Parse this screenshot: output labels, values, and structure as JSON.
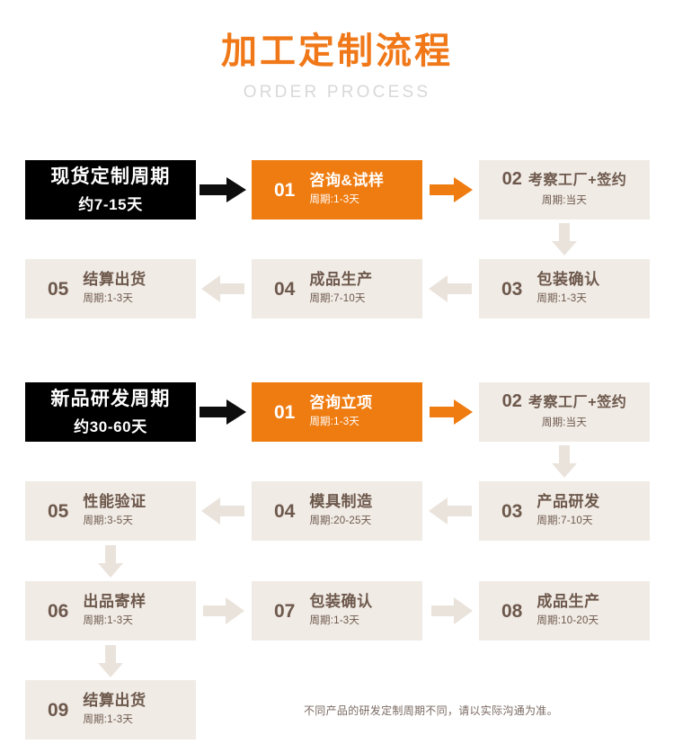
{
  "header": {
    "title_cn": "加工定制流程",
    "title_en": "ORDER PROCESS",
    "title_color": "#f07818",
    "subtitle_color": "#d8d8d8"
  },
  "colors": {
    "beige_box": "#f0ebe5",
    "orange_box": "#ef7c11",
    "black_box": "#000000",
    "brown_text": "#6d584c",
    "beige_arrow": "#eae3dc"
  },
  "flow1": {
    "lead": {
      "title": "现货定制周期",
      "subtitle": "约7-15天"
    },
    "steps": [
      {
        "num": "01",
        "title": "咨询&试样",
        "period": "周期:1-3天",
        "style": "orange",
        "align": "left"
      },
      {
        "num": "02",
        "title": "考察工厂+签约",
        "period": "周期:当天",
        "style": "beige",
        "align": "center"
      },
      {
        "num": "03",
        "title": "包装确认",
        "period": "周期:1-3天",
        "style": "beige",
        "align": "left"
      },
      {
        "num": "04",
        "title": "成品生产",
        "period": "周期:7-10天",
        "style": "beige",
        "align": "left"
      },
      {
        "num": "05",
        "title": "结算出货",
        "period": "周期:1-3天",
        "style": "beige",
        "align": "left"
      }
    ]
  },
  "flow2": {
    "lead": {
      "title": "新品研发周期",
      "subtitle": "约30-60天"
    },
    "steps": [
      {
        "num": "01",
        "title": "咨询立项",
        "period": "周期:1-3天",
        "style": "orange",
        "align": "left"
      },
      {
        "num": "02",
        "title": "考察工厂+签约",
        "period": "周期:当天",
        "style": "beige",
        "align": "center"
      },
      {
        "num": "03",
        "title": "产品研发",
        "period": "周期:7-10天",
        "style": "beige",
        "align": "left"
      },
      {
        "num": "04",
        "title": "模具制造",
        "period": "周期:20-25天",
        "style": "beige",
        "align": "left"
      },
      {
        "num": "05",
        "title": "性能验证",
        "period": "周期:3-5天",
        "style": "beige",
        "align": "left"
      },
      {
        "num": "06",
        "title": "出品寄样",
        "period": "周期:1-3天",
        "style": "beige",
        "align": "left"
      },
      {
        "num": "07",
        "title": "包装确认",
        "period": "周期:1-3天",
        "style": "beige",
        "align": "left"
      },
      {
        "num": "08",
        "title": "成品生产",
        "period": "周期:10-20天",
        "style": "beige",
        "align": "left"
      },
      {
        "num": "09",
        "title": "结算出货",
        "period": "周期:1-3天",
        "style": "beige",
        "align": "left"
      }
    ]
  },
  "footnote": "不同产品的研发定制周期不同，请以实际沟通为准。"
}
